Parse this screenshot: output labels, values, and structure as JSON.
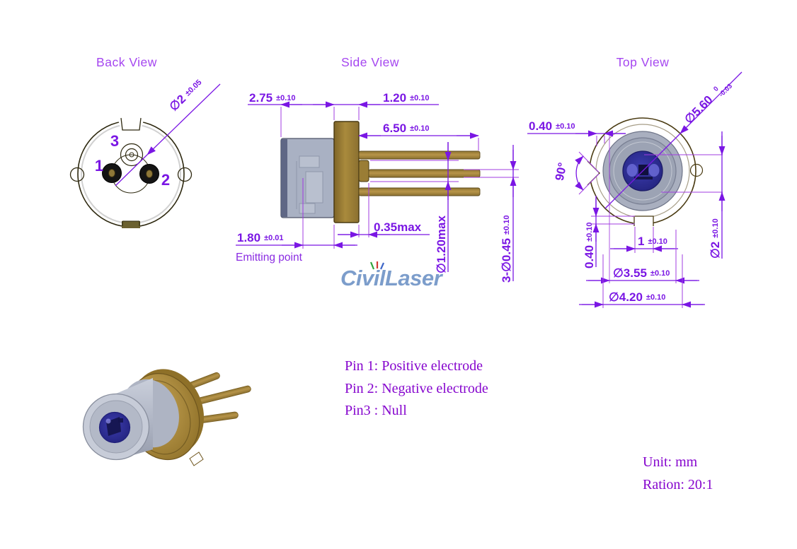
{
  "titles": {
    "back": "Back View",
    "side": "Side View",
    "top": "Top View"
  },
  "back_view": {
    "dia2": {
      "v": "∅2",
      "t": "±0.05"
    },
    "pin1": "1",
    "pin2": "2",
    "pin3": "3"
  },
  "side_view": {
    "d275": {
      "v": "2.75",
      "t": "±0.10"
    },
    "d120": {
      "v": "1.20",
      "t": "±0.10"
    },
    "d650": {
      "v": "6.50",
      "t": "±0.10"
    },
    "d035": {
      "v": "0.35max"
    },
    "d180": {
      "v": "1.80",
      "t": "±0.01"
    },
    "emitting": "Emitting point",
    "dia120": {
      "v": "∅1.20max"
    },
    "dia045": {
      "v": "3-∅0.45",
      "t": "±0.10"
    }
  },
  "top_view": {
    "dia560": {
      "v": "∅5.60",
      "tu": "0",
      "tl": "-0.03"
    },
    "d040top": {
      "v": "0.40",
      "t": "±0.10"
    },
    "angle": "90°",
    "d040left": {
      "v": "0.40",
      "t": "±0.10"
    },
    "d1": {
      "v": "1",
      "t": "±0.10"
    },
    "dia355": {
      "v": "∅3.55",
      "t": "±0.10"
    },
    "dia420": {
      "v": "∅4.20",
      "t": "±0.10"
    },
    "dia2": {
      "v": "∅2",
      "t": "±0.10"
    }
  },
  "legend": {
    "line1": "Pin 1:  Positive electrode",
    "line2": "Pin 2: Negative electrode",
    "line3": "Pin3 : Null"
  },
  "notes": {
    "unit": "Unit: mm",
    "ratio": "Ration: 20:1"
  },
  "logo": {
    "left": "Ci",
    "v": "v",
    "right": "ilLaser"
  },
  "colors": {
    "dimension": "#7A16E4",
    "extension": "#A13CE2",
    "view_title": "#A546F0",
    "legend_text": "#8606CE",
    "logo_blue": "#7C9DCB",
    "gold": "#A98734",
    "back_olive": "#6E642E",
    "cap_gray": "#A9AFBF",
    "window_blue": "#2D2D9B"
  }
}
